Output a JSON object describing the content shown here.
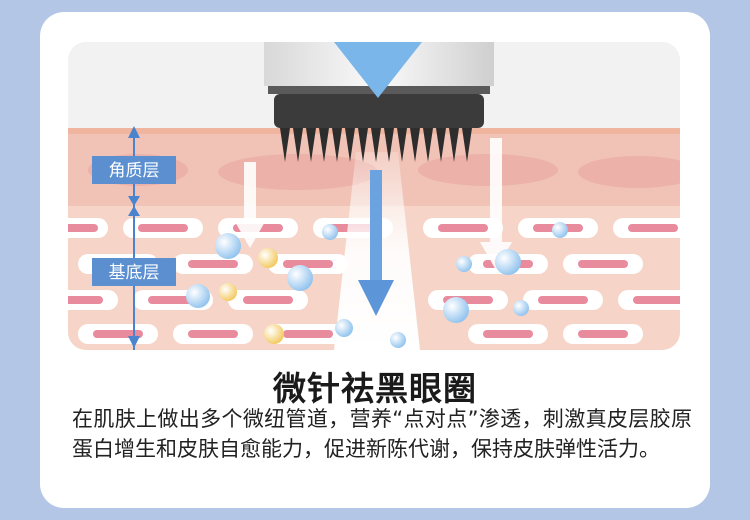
{
  "illustration": {
    "layer_labels": [
      "角质层",
      "基底层"
    ],
    "colors": {
      "skin_top": "#f1c3b6",
      "skin_mid": "#f6d5c8",
      "cell_fill": "#e88b9d",
      "arrow_blue": "#5c95d8",
      "label_bg": "#5b8fd0",
      "device_dark": "#3b3b3b"
    }
  },
  "title": "微针祛黑眼圈",
  "description": "在肌肤上做出多个微纽管道，营养“点对点”渗透，刺激真皮层胶原蛋白增生和皮肤自愈能力，促进新陈代谢，保持皮肤弹性活力。"
}
